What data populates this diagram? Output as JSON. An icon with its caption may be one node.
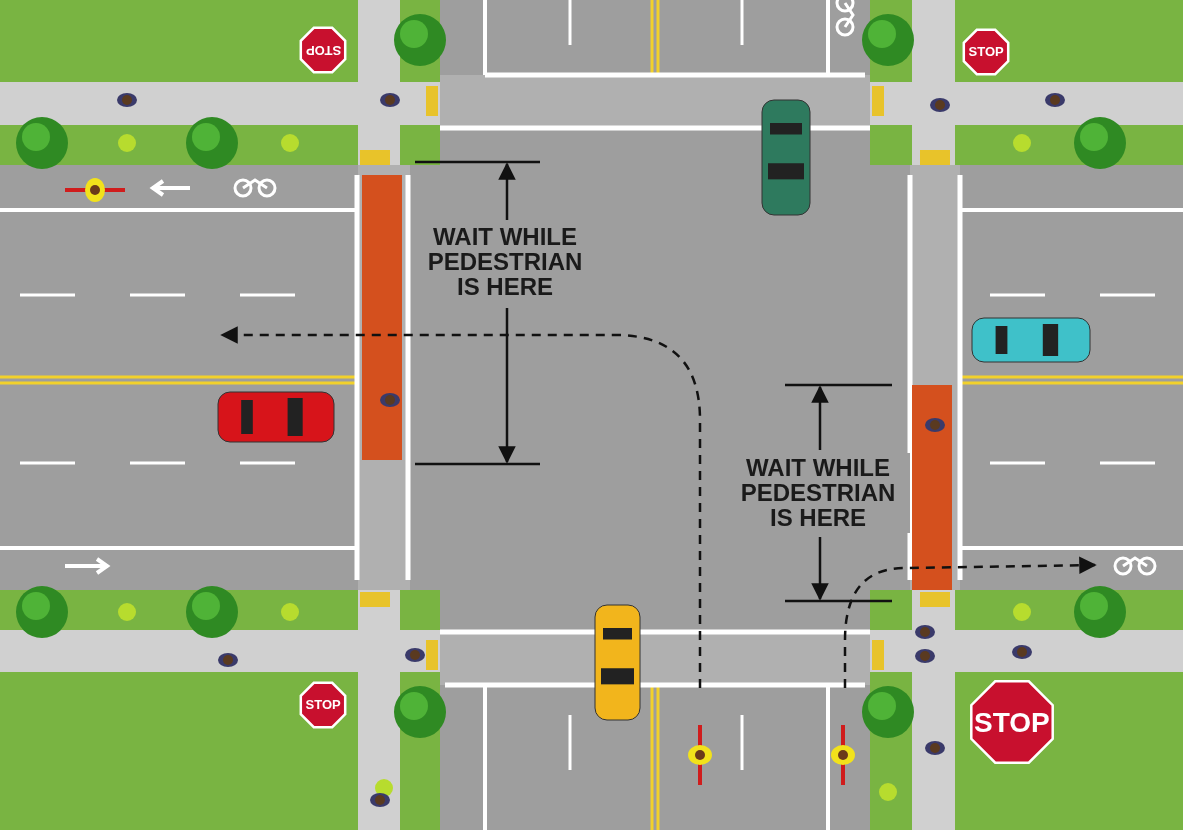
{
  "diagram": {
    "labels": [
      "STOP",
      "STOP",
      "WAIT WHILE PEDESTRIAN IS HERE",
      "WAIT WHILE PEDESTRIAN IS HERE",
      "STOP",
      "STOP"
    ]
  }
}
